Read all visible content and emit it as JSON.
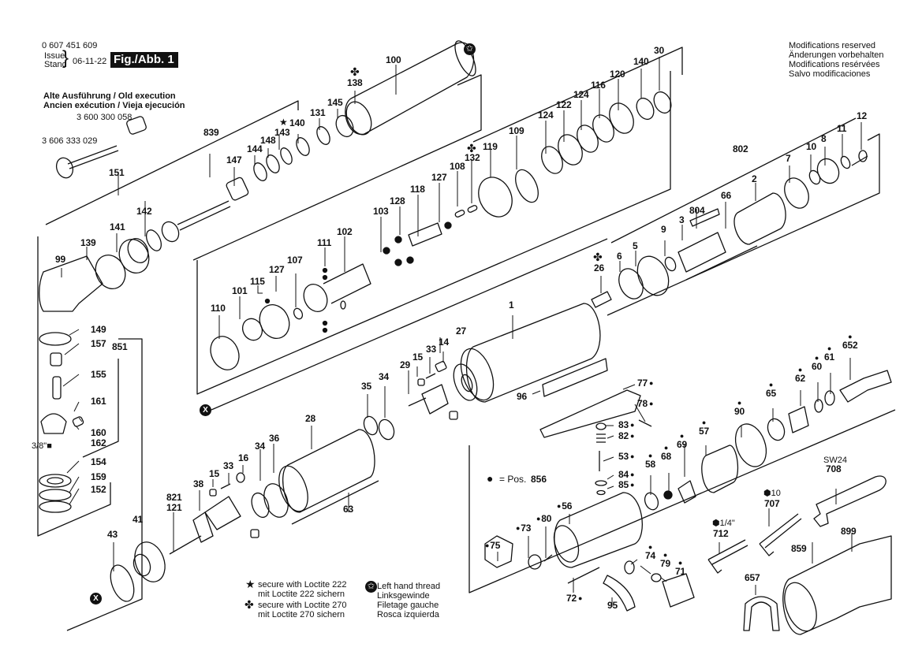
{
  "header": {
    "part_number": "0 607 451 609",
    "issue_label_1": "Issue",
    "issue_label_2": "Stand",
    "issue_date": "06-11-22",
    "figure": "Fig./Abb. 1"
  },
  "notice": {
    "lines": [
      "Modifications reserved",
      "Änderungen vorbehalten",
      "Modifications resérvées",
      "Salvo modificaciones"
    ]
  },
  "old_execution": {
    "title_1": "Alte Ausführung / Old execution",
    "title_2": "Ancien exécution / Vieja ejecución",
    "part_a": "3 600 300 058",
    "part_b": "3 606 333 029"
  },
  "legend": {
    "star_1": "secure with Loctite 222",
    "star_2": "mit Loctite 222 sichern",
    "club_1": "secure with Loctite 270",
    "club_2": "mit Loctite 270 sichern",
    "lh_1": "Left hand thread",
    "lh_2": "Linksgewinde",
    "lh_3": "Filetage gauche",
    "lh_4": "Rosca izquierda",
    "pos_label": "= Pos.",
    "pos_value": "856",
    "x_mark": "X",
    "square_drive": "3/8\"",
    "wrench_size": "SW24",
    "hex_10": "10",
    "hex_quarter": "1/4\""
  },
  "labels": {
    "p100": "100",
    "p138": "138",
    "p145": "145",
    "p131": "131",
    "p140a": "140",
    "p143": "143",
    "p148": "148",
    "p144": "144",
    "p147": "147",
    "p839": "839",
    "p151": "151",
    "p142": "142",
    "p141": "141",
    "p139": "139",
    "p99": "99",
    "p30": "30",
    "p140b": "140",
    "p120": "120",
    "p116": "116",
    "p124a": "124",
    "p122": "122",
    "p124b": "124",
    "p109": "109",
    "p119": "119",
    "p132": "132",
    "p108": "108",
    "p127a": "127",
    "p118": "118",
    "p128": "128",
    "p103": "103",
    "p102": "102",
    "p111": "111",
    "p107": "107",
    "p127b": "127",
    "p115": "115",
    "p101": "101",
    "p110": "110",
    "p12": "12",
    "p11": "11",
    "p8": "8",
    "p10": "10",
    "p7": "7",
    "p802": "802",
    "p2": "2",
    "p66": "66",
    "p804": "804",
    "p3": "3",
    "p9": "9",
    "p5": "5",
    "p6": "6",
    "p26": "26",
    "p1": "1",
    "p27": "27",
    "p14": "14",
    "p33a": "33",
    "p15a": "15",
    "p29": "29",
    "p35": "35",
    "p34a": "34",
    "p96": "96",
    "p28": "28",
    "p36": "36",
    "p34b": "34",
    "p16": "16",
    "p33b": "33",
    "p15b": "15",
    "p38": "38",
    "p63": "63",
    "p821": "821",
    "p121": "121",
    "p41": "41",
    "p43": "43",
    "p149": "149",
    "p157": "157",
    "p851": "851",
    "p155": "155",
    "p161": "161",
    "p160": "160",
    "p162": "162",
    "p154": "154",
    "p159": "159",
    "p152": "152",
    "p77": "77",
    "p78": "78",
    "p83": "83",
    "p82": "82",
    "p53": "53",
    "p84": "84",
    "p85": "85",
    "p69": "69",
    "p68": "68",
    "p58": "58",
    "p57": "57",
    "p90": "90",
    "p65": "65",
    "p62": "62",
    "p60": "60",
    "p61": "61",
    "p652": "652",
    "p56": "56",
    "p80": "80",
    "p73": "73",
    "p75": "75",
    "p74": "74",
    "p79": "79",
    "p71": "71",
    "p72": "72",
    "p95": "95",
    "p708": "708",
    "p707": "707",
    "p712": "712",
    "p899": "899",
    "p859": "859",
    "p657": "657"
  }
}
